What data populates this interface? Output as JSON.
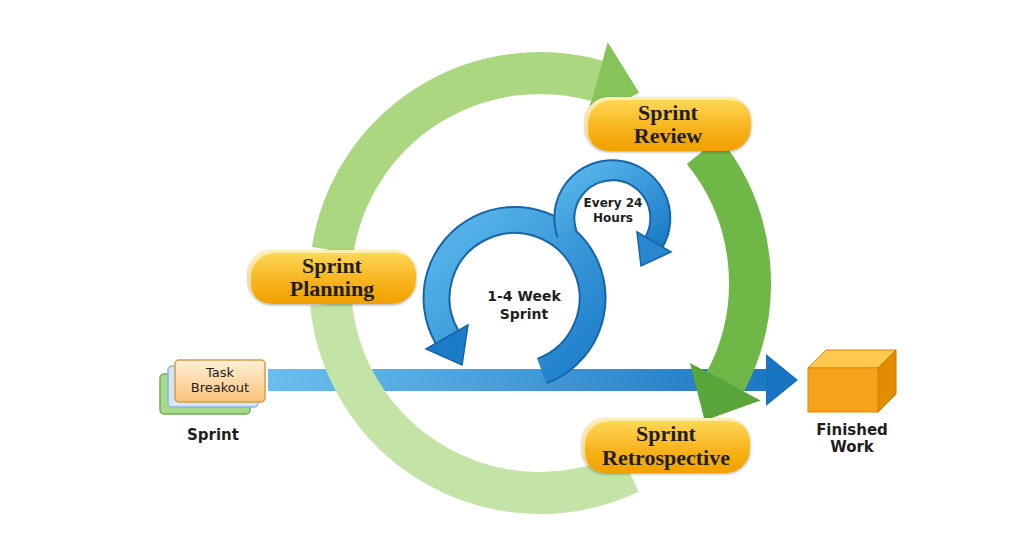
{
  "diagram": {
    "nodes": [
      {
        "text": [
          "Sprint Review"
        ]
      },
      {
        "text": [
          "Sprint Planning"
        ]
      },
      {
        "text": [
          "Task Breakout",
          "Sprint"
        ]
      },
      {
        "text": [
          "Finished Work"
        ]
      },
      {
        "text": [
          "Sprint Retrospective"
        ]
      }
    ],
    "edges": [
      {
        "from": 2,
        "to": 3,
        "arrow": "to"
      },
      {
        "from": 1,
        "to": 0,
        "arrow": "to"
      },
      {
        "from": 0,
        "to": 4,
        "arrow": "to"
      },
      {
        "from": 4,
        "to": 1,
        "arrow": "none"
      }
    ],
    "labels": [
      "Every 24 Hours",
      "1-4 Week Sprint"
    ]
  }
}
